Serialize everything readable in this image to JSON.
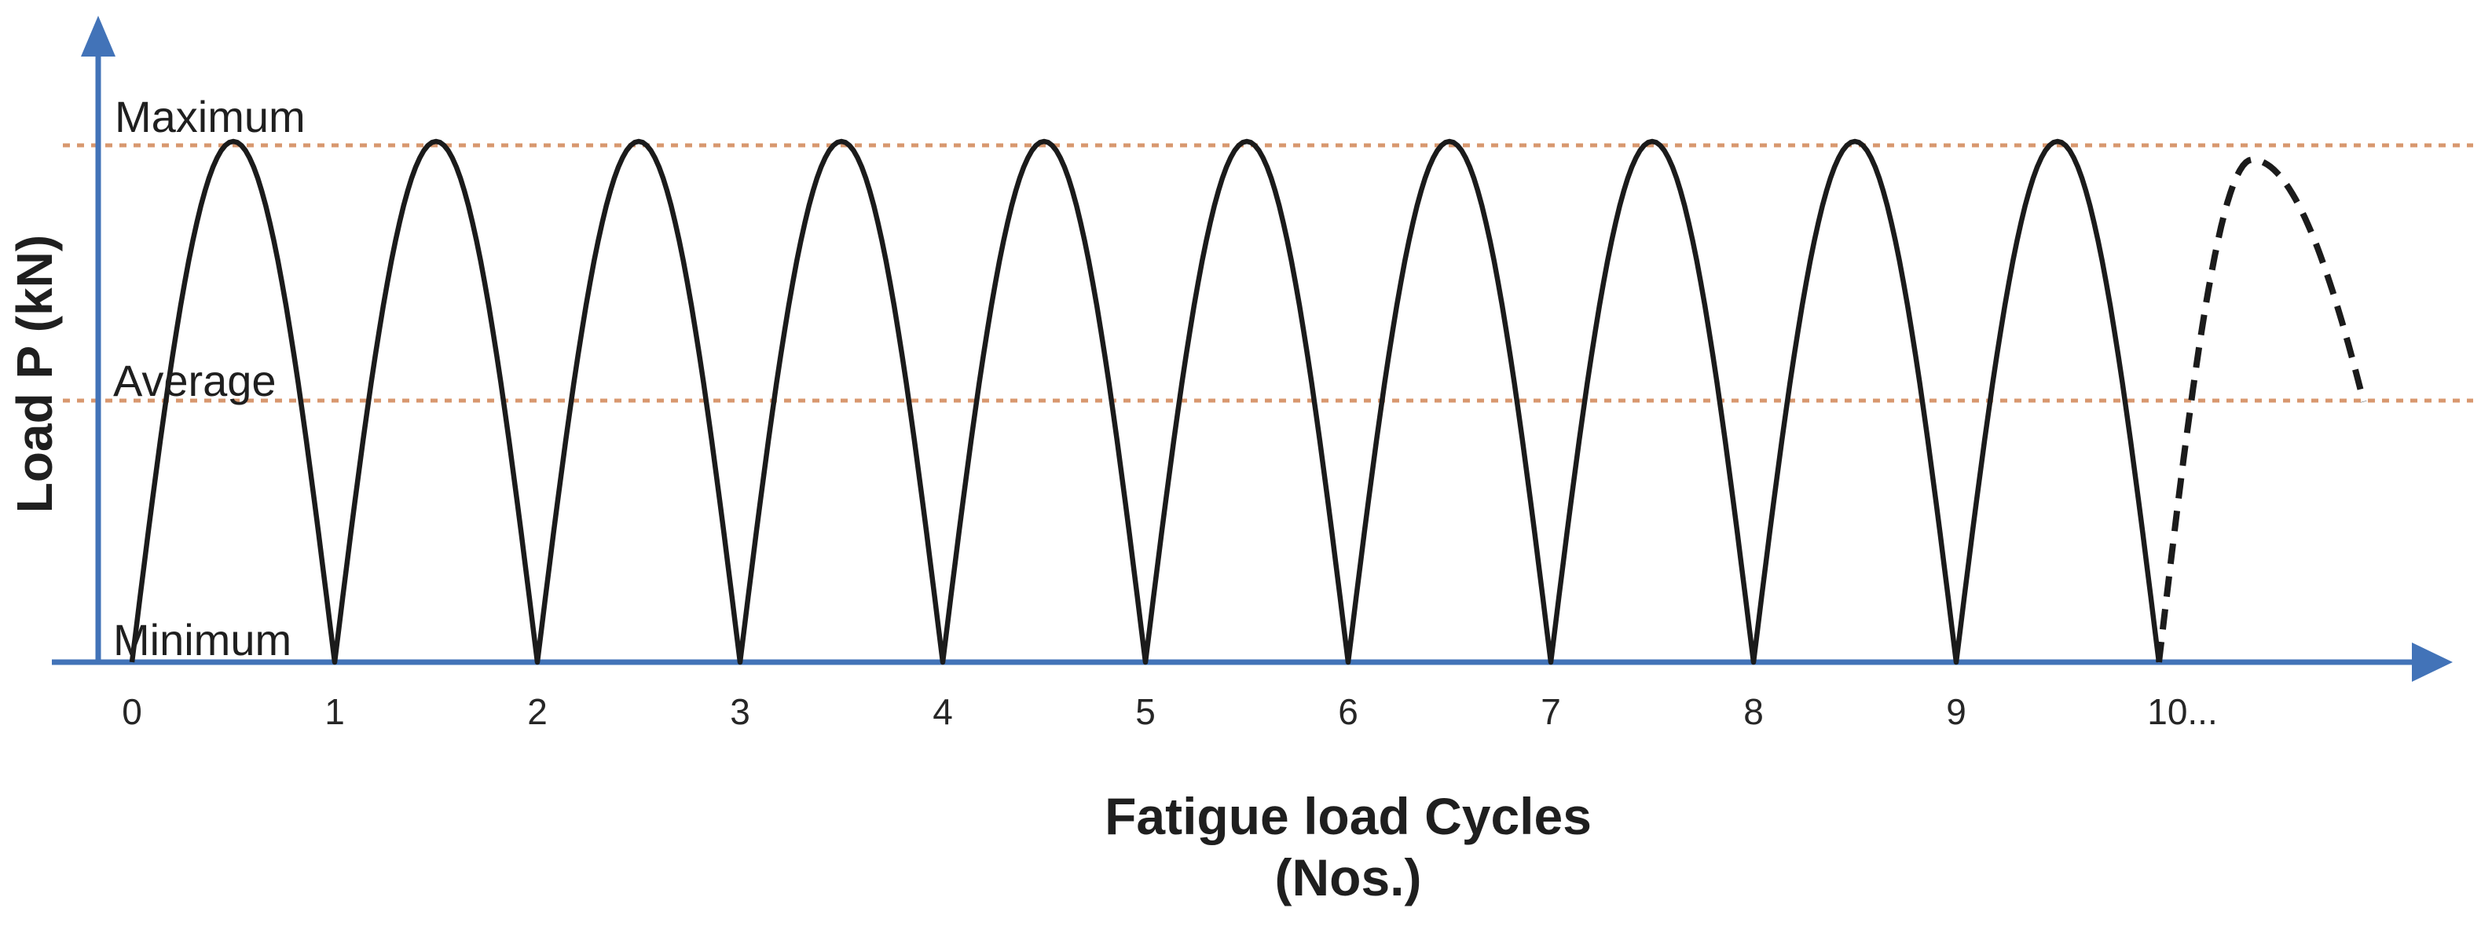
{
  "chart_data": {
    "type": "line",
    "title": "",
    "ylabel": "Load P (kN)",
    "xlabel_line1": "Fatigue load Cycles",
    "xlabel_line2": "(Nos.)",
    "x_tick_labels": [
      "0",
      "1",
      "2",
      "3",
      "4",
      "5",
      "6",
      "7",
      "8",
      "9",
      "10..."
    ],
    "x_axis_unit": "cycle number (Nos.)",
    "y_axis_unit": "kN",
    "reference_lines": [
      {
        "id": "maximum",
        "label": "Maximum",
        "relative_level": 1.0,
        "style": "dotted"
      },
      {
        "id": "average",
        "label": "Average",
        "relative_level": 0.5,
        "style": "dotted"
      }
    ],
    "baseline_label": "Minimum",
    "series": [
      {
        "name": "fatigue-load-cycles-solid",
        "style": "solid",
        "waveform": "abs-sine",
        "cycles": 10,
        "cycle_start": 0,
        "cycle_end": 10,
        "peak_relative_level": 1.0,
        "valley_relative_level": 0.0
      },
      {
        "name": "continuation-cycle-dashed",
        "style": "dashed",
        "waveform": "abs-sine-partial",
        "x_start": 10,
        "peak_x": 10.46,
        "end_x": 11.01,
        "peak_relative_level": 0.965,
        "end_relative_level": 0.5
      }
    ],
    "grid": false,
    "legend": null,
    "colors": {
      "axis": "#4273B8",
      "reference_line": "#D8986F",
      "curve": "#1B1B1B",
      "text": "#1F1F1F",
      "background": "#FFFFFF"
    }
  }
}
